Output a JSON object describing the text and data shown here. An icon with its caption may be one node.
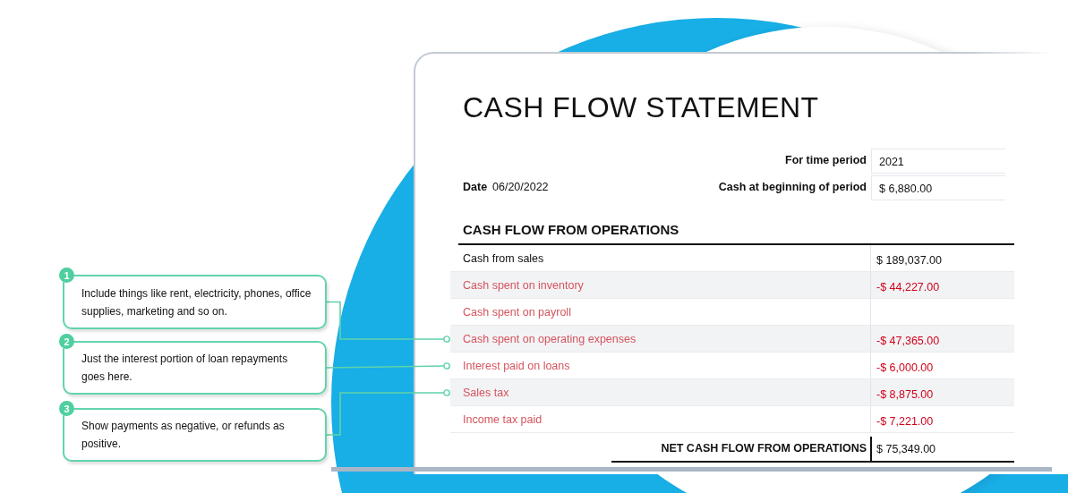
{
  "diagram": {
    "title": "CASH FLOW STATEMENT",
    "nodes": [
      {
        "text": [
          "1",
          "Include things like rent, electricity, phones, office supplies, marketing and so on."
        ]
      },
      {
        "text": [
          "2",
          "Just the interest portion of loan repayments goes here."
        ]
      },
      {
        "text": [
          "3",
          "Show payments as negative, or refunds as positive."
        ]
      },
      {
        "text": [
          "Cash spent on operating expenses"
        ]
      },
      {
        "text": [
          "Interest paid on loans"
        ]
      },
      {
        "text": [
          "Sales tax"
        ]
      }
    ],
    "edges": [
      {
        "from": 0,
        "to": 3,
        "arrow": "other"
      },
      {
        "from": 1,
        "to": 4,
        "arrow": "other"
      },
      {
        "from": 2,
        "to": 5,
        "arrow": "other"
      }
    ],
    "labels": [
      "For time period",
      "2021",
      "Date",
      "06/20/2022",
      "Cash at beginning of period",
      "$ 6,880.00",
      "CASH FLOW FROM OPERATIONS",
      "Cash from sales",
      "$ 189,037.00",
      "Cash spent on inventory",
      "-$ 44,227.00",
      "Cash spent on payroll",
      "-$ 47,365.00",
      "-$ 6,000.00",
      "-$ 8,875.00",
      "Income tax paid",
      "-$ 7,221.00",
      "NET CASH FLOW FROM OPERATIONS",
      "$ 75,349.00"
    ]
  }
}
